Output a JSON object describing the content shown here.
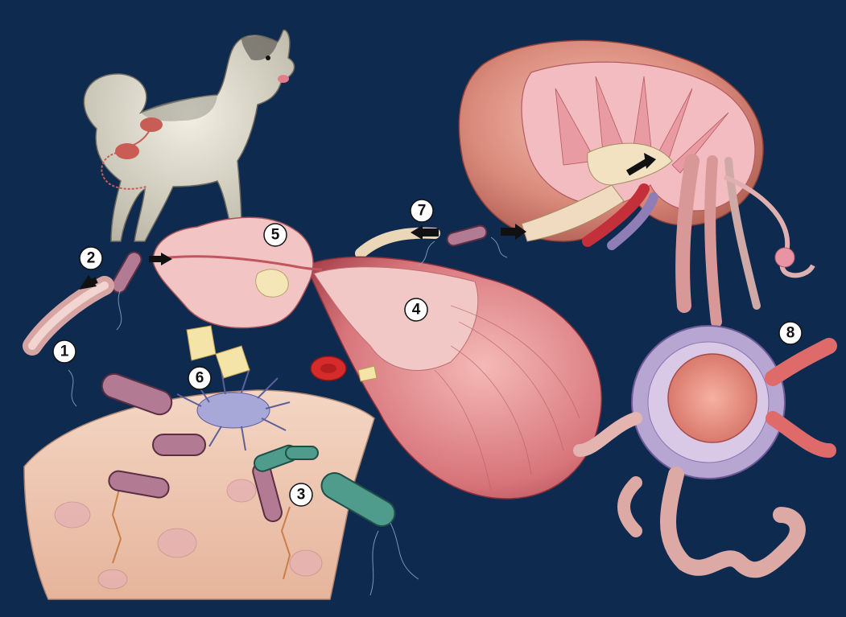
{
  "illustration": {
    "background_color": "#0e2a4f",
    "numbered_labels": [
      "1",
      "2",
      "3",
      "4",
      "5",
      "6",
      "7",
      "8"
    ]
  }
}
